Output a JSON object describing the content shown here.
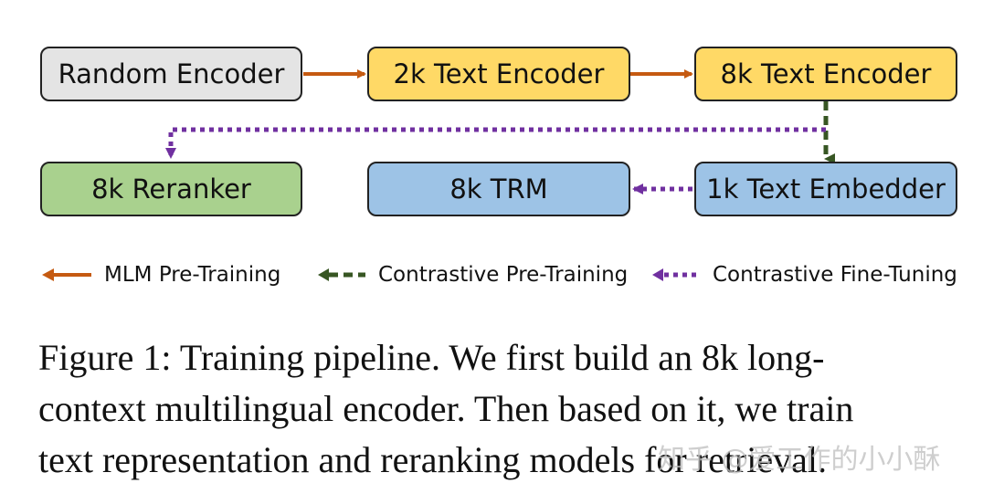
{
  "nodes": {
    "random_encoder": {
      "label": "Random Encoder",
      "fill": "#e4e4e4"
    },
    "text_encoder_2k": {
      "label": "2k Text Encoder",
      "fill": "#ffd966"
    },
    "text_encoder_8k": {
      "label": "8k Text Encoder",
      "fill": "#ffd966"
    },
    "reranker_8k": {
      "label": "8k Reranker",
      "fill": "#a9d18e"
    },
    "trm_8k": {
      "label": "8k TRM",
      "fill": "#9dc3e6"
    },
    "text_embedder_1k": {
      "label": "1k Text Embedder",
      "fill": "#9dc3e6"
    }
  },
  "edges": [
    {
      "from": "Random Encoder",
      "to": "2k Text Encoder",
      "style": "mlm"
    },
    {
      "from": "2k Text Encoder",
      "to": "8k Text Encoder",
      "style": "mlm"
    },
    {
      "from": "8k Text Encoder",
      "to": "1k Text Embedder",
      "style": "contrastive_pre"
    },
    {
      "from": "8k Text Encoder",
      "to": "8k Reranker",
      "style": "contrastive_fine"
    },
    {
      "from": "1k Text Embedder",
      "to": "8k TRM",
      "style": "contrastive_fine"
    }
  ],
  "colors": {
    "mlm": "#c55a11",
    "contrastive_pre": "#375623",
    "contrastive_fine": "#7030a0"
  },
  "legend": {
    "mlm": "MLM Pre-Training",
    "contrastive_pre": "Contrastive Pre-Training",
    "contrastive_fine": "Contrastive Fine-Tuning"
  },
  "caption": {
    "lines": [
      "Figure 1: Training pipeline. We first build an 8k long-",
      "context multilingual encoder. Then based on it, we train",
      "text representation and reranking models for retrieval."
    ]
  },
  "watermark": "知乎 @爱工作的小小酥"
}
